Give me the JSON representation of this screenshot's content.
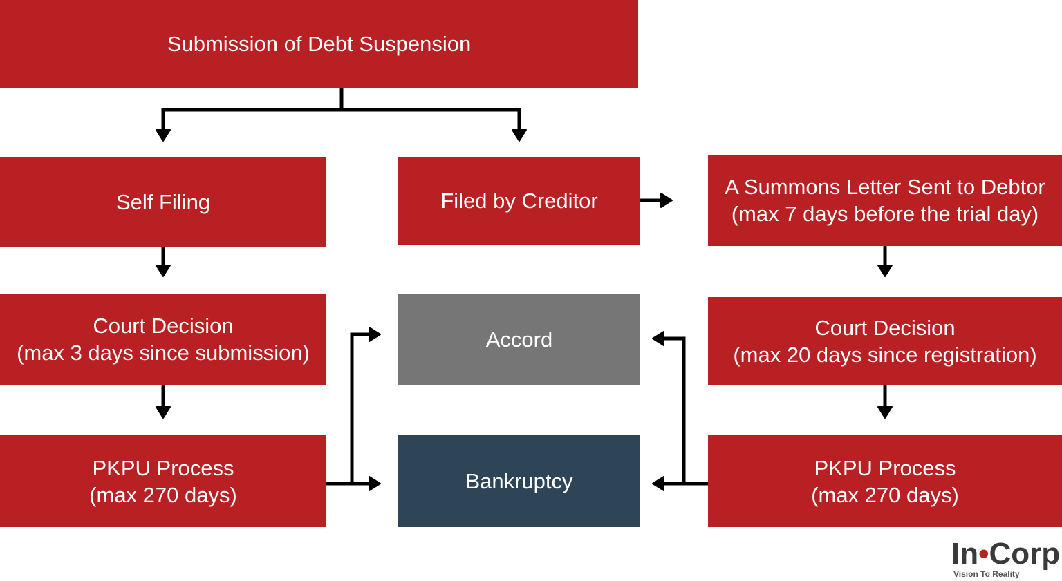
{
  "colors": {
    "process_red": "#b92023",
    "accord_grey": "#767676",
    "bankruptcy_navy": "#2e4557",
    "arrow_black": "#000000"
  },
  "boxes": {
    "submission": {
      "line1": "Submission of Debt Suspension"
    },
    "self_filing": {
      "line1": "Self Filing"
    },
    "filed_by_creditor": {
      "line1": "Filed by Creditor"
    },
    "summons": {
      "line1": "A Summons Letter Sent to Debtor",
      "line2": "(max 7 days before the trial day)"
    },
    "court_left": {
      "line1": "Court Decision",
      "line2": "(max 3 days since submission)"
    },
    "accord": {
      "line1": "Accord"
    },
    "court_right": {
      "line1": "Court Decision",
      "line2": "(max 20 days since registration)"
    },
    "pkpu_left": {
      "line1": "PKPU Process",
      "line2": "(max 270 days)"
    },
    "bankruptcy": {
      "line1": "Bankruptcy"
    },
    "pkpu_right": {
      "line1": "PKPU Process",
      "line2": "(max 270 days)"
    }
  },
  "logo": {
    "word_part1": "In",
    "dot": "•",
    "word_part2": "Corp",
    "tagline": "Vision To Reality"
  }
}
